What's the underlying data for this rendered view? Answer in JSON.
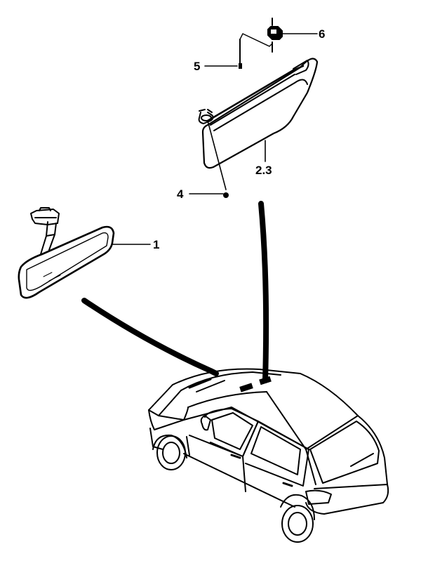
{
  "callouts": {
    "rearview_mirror": "1",
    "sun_visor": "2.3",
    "visor_screw_lower": "4",
    "visor_screw_upper": "5",
    "visor_retainer_clip": "6"
  }
}
